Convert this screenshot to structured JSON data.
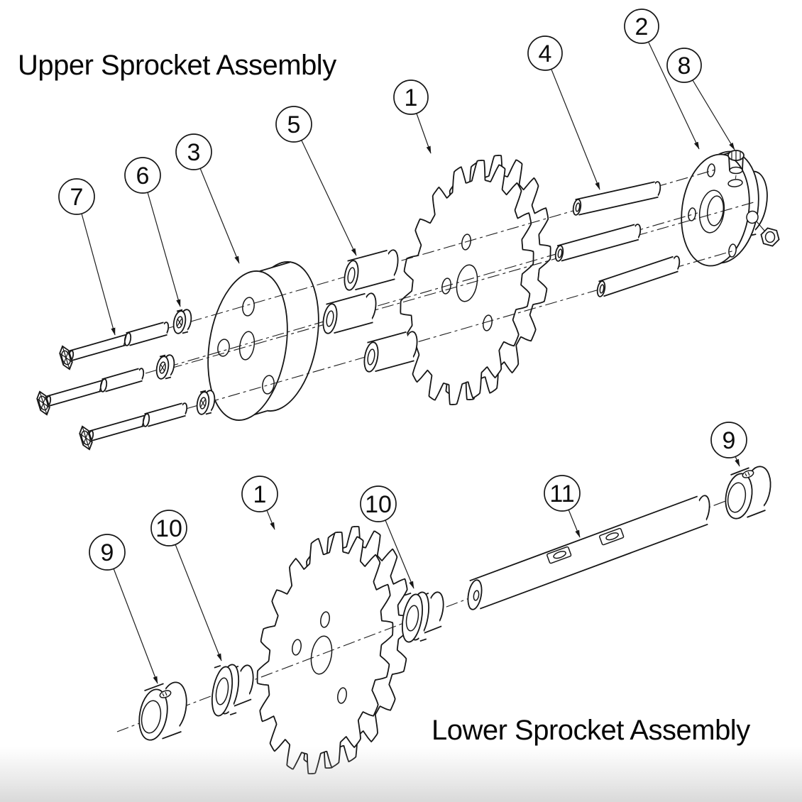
{
  "colors": {
    "background": "#ffffff",
    "line": "#161616"
  },
  "upper_assembly": {
    "title": "Upper Sprocket Assembly",
    "balloons": [
      {
        "label": "7"
      },
      {
        "label": "6"
      },
      {
        "label": "3"
      },
      {
        "label": "5"
      },
      {
        "label": "1"
      },
      {
        "label": "4"
      },
      {
        "label": "2"
      },
      {
        "label": "8"
      }
    ]
  },
  "lower_assembly": {
    "title": "Lower Sprocket Assembly",
    "balloons": [
      {
        "label": "9"
      },
      {
        "label": "10"
      },
      {
        "label": "1"
      },
      {
        "label": "10"
      },
      {
        "label": "11"
      },
      {
        "label": "9"
      }
    ]
  }
}
